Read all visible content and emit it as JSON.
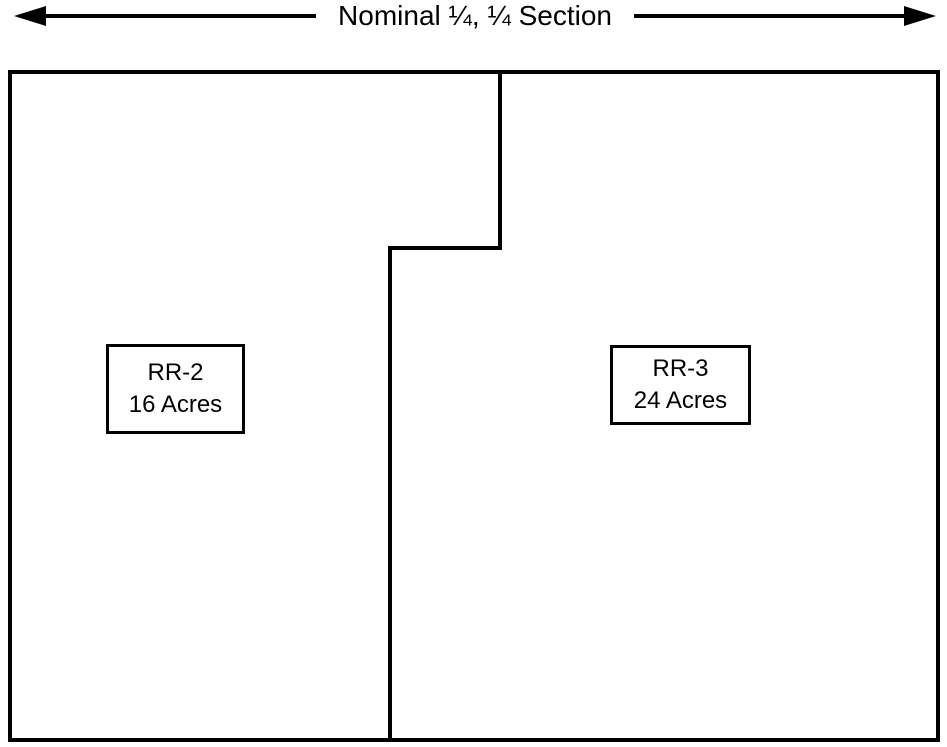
{
  "header": {
    "title": "Nominal ¼, ¼ Section"
  },
  "parcels": [
    {
      "name": "RR-2",
      "acreage": "16 Acres"
    },
    {
      "name": "RR-3",
      "acreage": "24 Acres"
    }
  ],
  "colors": {
    "line": "#000000",
    "background": "#ffffff"
  }
}
